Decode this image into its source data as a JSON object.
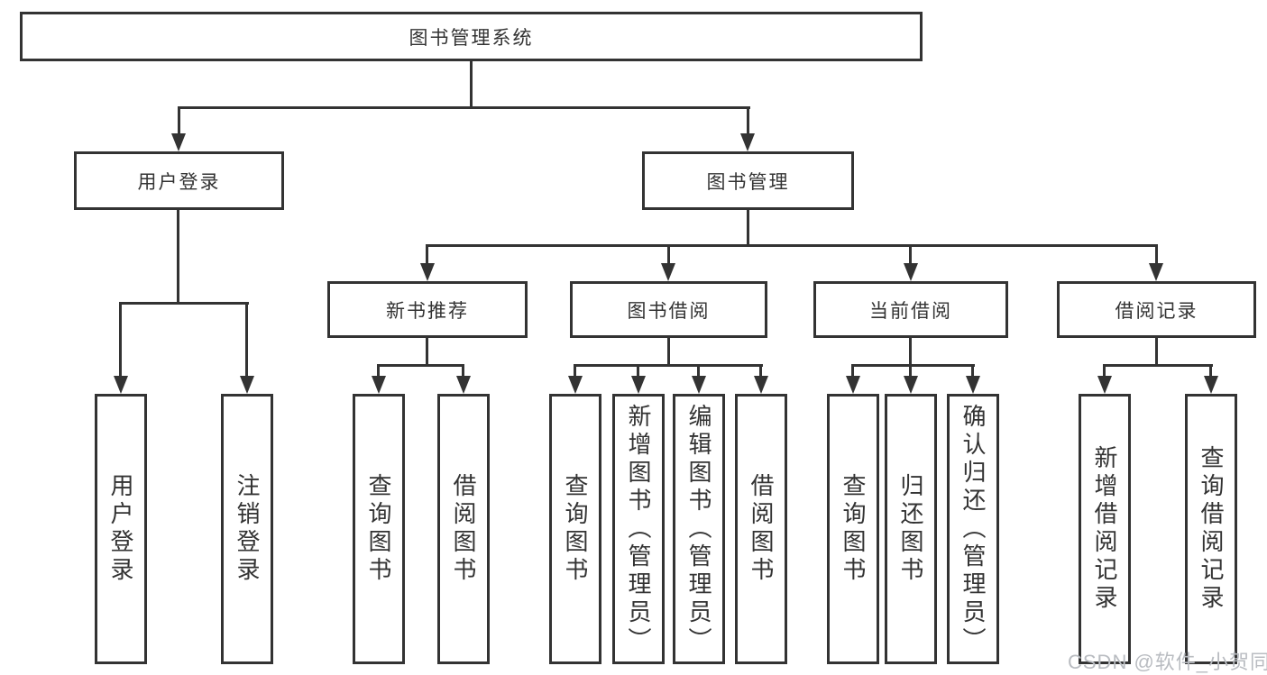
{
  "diagram": {
    "root_label": "图书管理系统",
    "level2": {
      "user_login": {
        "label": "用户登录",
        "children": {
          "login": "用户登录",
          "logout": "注销登录"
        }
      },
      "book_management": {
        "label": "图书管理",
        "sections": {
          "new_book_recommend": {
            "label": "新书推荐",
            "children": {
              "query_books": "查询图书",
              "borrow_books": "借阅图书"
            }
          },
          "book_borrowing": {
            "label": "图书借阅",
            "children": {
              "query_books": "查询图书",
              "add_books": "新增图书（管理员）",
              "edit_books": "编辑图书（管理员）",
              "borrow_books": "借阅图书"
            }
          },
          "current_borrowing": {
            "label": "当前借阅",
            "children": {
              "query_books": "查询图书",
              "return_books": "归还图书",
              "confirm_return": "确认归还（管理员）"
            }
          },
          "borrowing_records": {
            "label": "借阅记录",
            "children": {
              "add_record": "新增借阅记录",
              "query_record": "查询借阅记录"
            }
          }
        }
      }
    },
    "watermark": "CSDN @软件_小贺同学",
    "colors": {
      "line": "#333333",
      "text": "#333333",
      "background": "#ffffff",
      "watermark": "#b9bcc1"
    }
  }
}
